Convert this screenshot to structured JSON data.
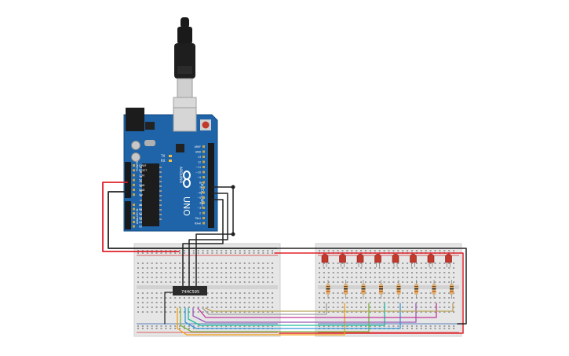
{
  "arduino": {
    "board_name": "UNO",
    "brand": "ARDUINO",
    "digital_header": "DIGITAL (PWM~)",
    "analog_header": "ANALOG IN",
    "power_header": "POWER",
    "tx_label": "TX",
    "rx_label": "RX",
    "digital_pins": [
      "AREF",
      "GND",
      "13",
      "12",
      "~11",
      "~10",
      "~9",
      "8",
      "7",
      "~6",
      "~5",
      "4",
      "~3",
      "2",
      "TX▸1",
      "RX◂0"
    ],
    "power_pins": [
      "IOREF",
      "RESET",
      "3.3V",
      "5V",
      "GND",
      "GND",
      "Vin"
    ],
    "analog_pins": [
      "A0",
      "A1",
      "A2",
      "A3",
      "A4",
      "A5"
    ]
  },
  "shift_register": {
    "label": "74HC595"
  },
  "colors": {
    "board": "#1f64a8",
    "board_dark": "#16508a",
    "breadboard": "#e4e4e4",
    "rail_red": "#d63031",
    "rail_blue": "#2c5fb0",
    "wire_black": "#222222",
    "wire_red": "#e0202a",
    "led_red": "#c0392b",
    "resistor_body": "#d8b27a",
    "chip": "#2b2b2b",
    "usb_cable": "#1a1a1a",
    "wire_orange": "#f39c12",
    "wire_green": "#7cb342",
    "wire_blue": "#3498db",
    "wire_purple": "#9b59b6",
    "wire_magenta": "#c2379a",
    "wire_cyan": "#1abc9c",
    "wire_grey": "#9e9e9e"
  },
  "leds": {
    "count": 8
  },
  "resistors": {
    "count": 8
  }
}
